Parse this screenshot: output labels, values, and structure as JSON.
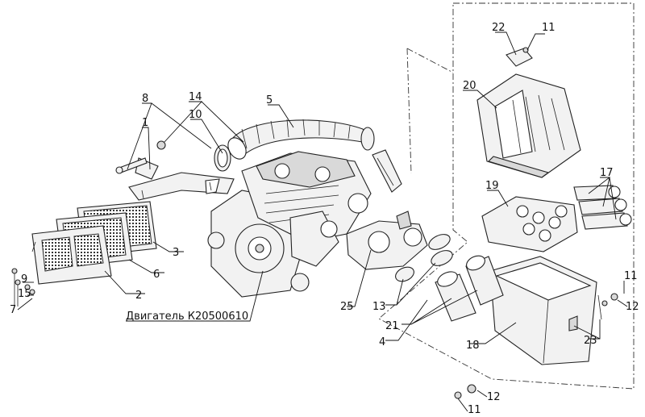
{
  "labels": {
    "l1": "1",
    "l2": "2",
    "l3": "3",
    "l4": "4",
    "l5": "5",
    "l6": "6",
    "l7": "7",
    "l8": "8",
    "l9": "9",
    "l10": "10",
    "l11a": "11",
    "l11b": "11",
    "l11c": "11",
    "l12a": "12",
    "l12b": "12",
    "l13": "13",
    "l14": "14",
    "l15": "15",
    "l17": "17",
    "l18": "18",
    "l19": "19",
    "l20": "20",
    "l21": "21",
    "l22": "22",
    "l23": "23",
    "l25": "25",
    "engine": "Двигатель К20500610"
  },
  "colors": {
    "line": "#222222",
    "paper": "#ffffff",
    "shade": "#d9d9d9"
  }
}
